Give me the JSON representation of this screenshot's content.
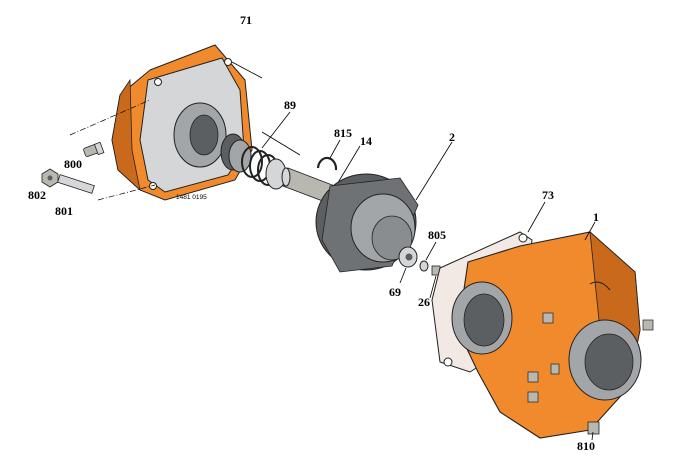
{
  "colors": {
    "orange": "#f08a2c",
    "orange_dark": "#c9691c",
    "grey_light": "#d4d6d8",
    "grey_mid": "#a3a6a9",
    "grey_dark": "#5c5f62",
    "gasket": "#f2e9e4",
    "bolt": "#b8b8b0"
  },
  "caption": "1481 0195",
  "labels": [
    {
      "id": "71",
      "text": "71"
    },
    {
      "id": "89",
      "text": "89"
    },
    {
      "id": "815",
      "text": "815"
    },
    {
      "id": "14",
      "text": "14"
    },
    {
      "id": "2",
      "text": "2"
    },
    {
      "id": "73",
      "text": "73"
    },
    {
      "id": "1",
      "text": "1"
    },
    {
      "id": "800",
      "text": "800"
    },
    {
      "id": "802",
      "text": "802"
    },
    {
      "id": "801",
      "text": "801"
    },
    {
      "id": "805",
      "text": "805"
    },
    {
      "id": "69",
      "text": "69"
    },
    {
      "id": "26",
      "text": "26"
    },
    {
      "id": "810",
      "text": "810"
    }
  ]
}
